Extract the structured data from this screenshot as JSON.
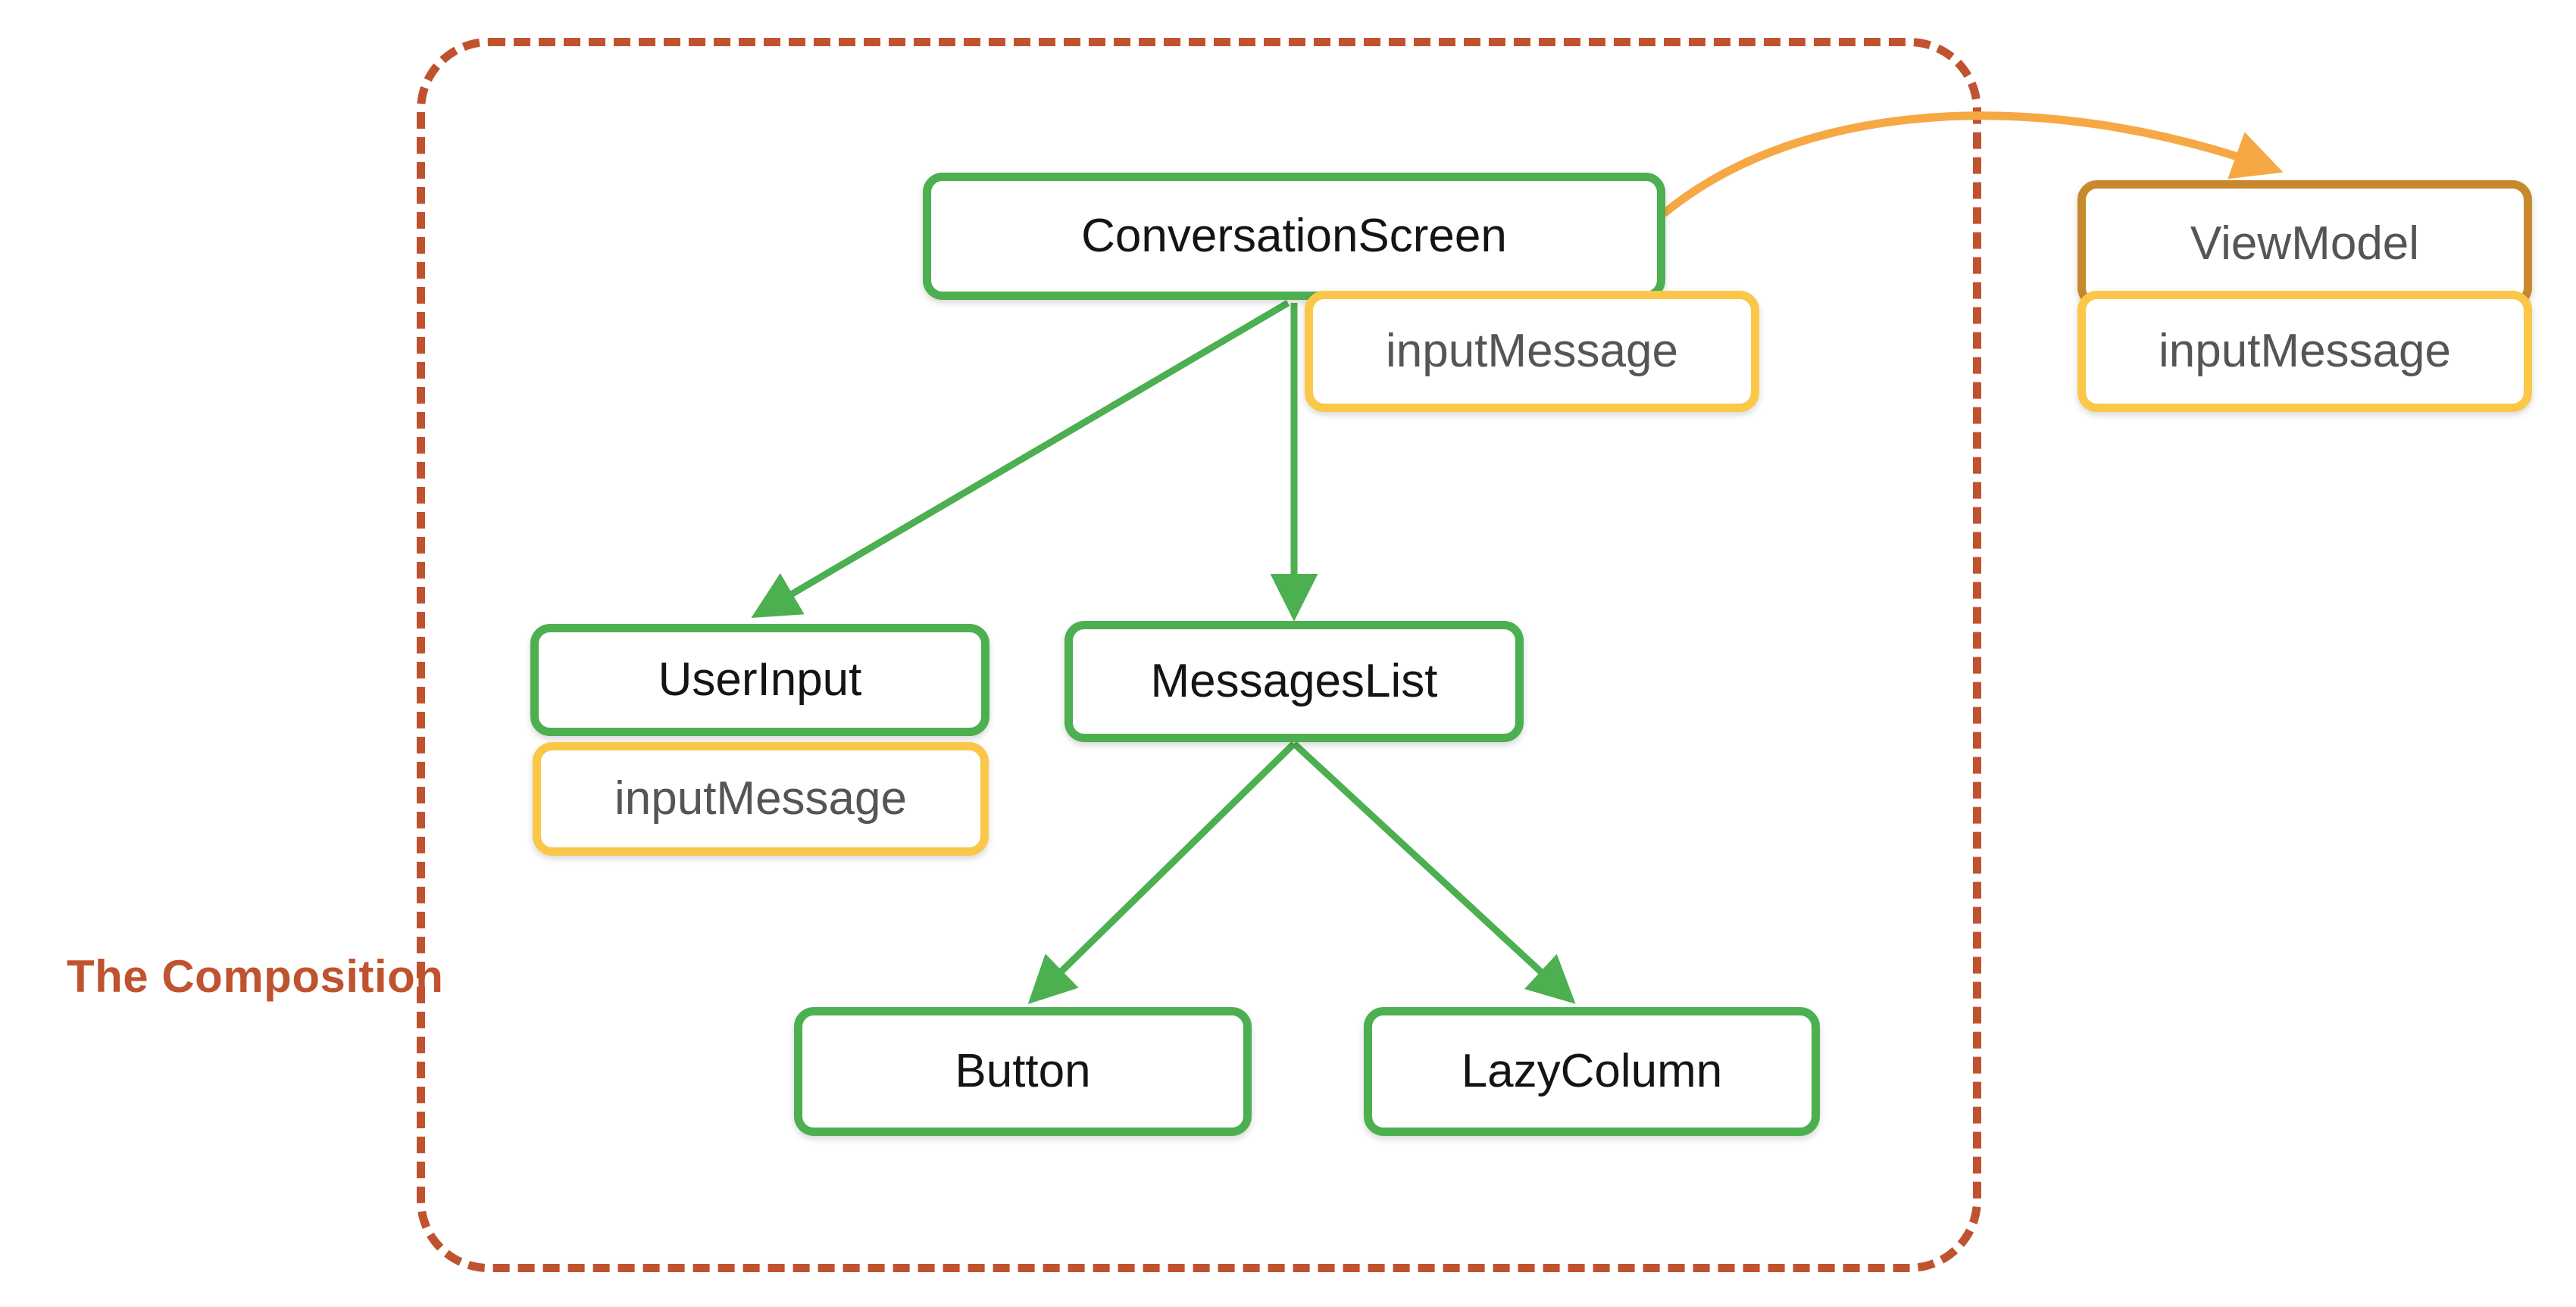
{
  "diagram": {
    "title_label": "The Composition",
    "colors": {
      "composable_border": "#4CAF50",
      "state_border": "#FBC748",
      "viewmodel_border": "#C8892C",
      "composition_dashed": "#C0532F",
      "composition_label": "#C0532F",
      "composable_arrow": "#4CAF50",
      "viewmodel_arrow": "#F5A843",
      "node_fill": "#FFFFFF",
      "composable_text": "#141414",
      "state_text": "#555555"
    },
    "nodes": {
      "conversation_screen": {
        "label": "ConversationScreen",
        "kind": "composable"
      },
      "conversation_screen_state": {
        "label": "inputMessage",
        "kind": "state"
      },
      "user_input": {
        "label": "UserInput",
        "kind": "composable"
      },
      "user_input_state": {
        "label": "inputMessage",
        "kind": "state"
      },
      "messages_list": {
        "label": "MessagesList",
        "kind": "composable"
      },
      "button": {
        "label": "Button",
        "kind": "composable"
      },
      "lazy_column": {
        "label": "LazyColumn",
        "kind": "composable"
      },
      "view_model": {
        "label": "ViewModel",
        "kind": "viewmodel"
      },
      "view_model_state": {
        "label": "inputMessage",
        "kind": "state"
      }
    },
    "edges": [
      {
        "from": "conversation_screen",
        "to": "user_input",
        "color": "composable_arrow"
      },
      {
        "from": "conversation_screen",
        "to": "messages_list",
        "color": "composable_arrow"
      },
      {
        "from": "messages_list",
        "to": "button",
        "color": "composable_arrow"
      },
      {
        "from": "messages_list",
        "to": "lazy_column",
        "color": "composable_arrow"
      },
      {
        "from": "conversation_screen",
        "to": "view_model",
        "color": "viewmodel_arrow"
      }
    ]
  }
}
